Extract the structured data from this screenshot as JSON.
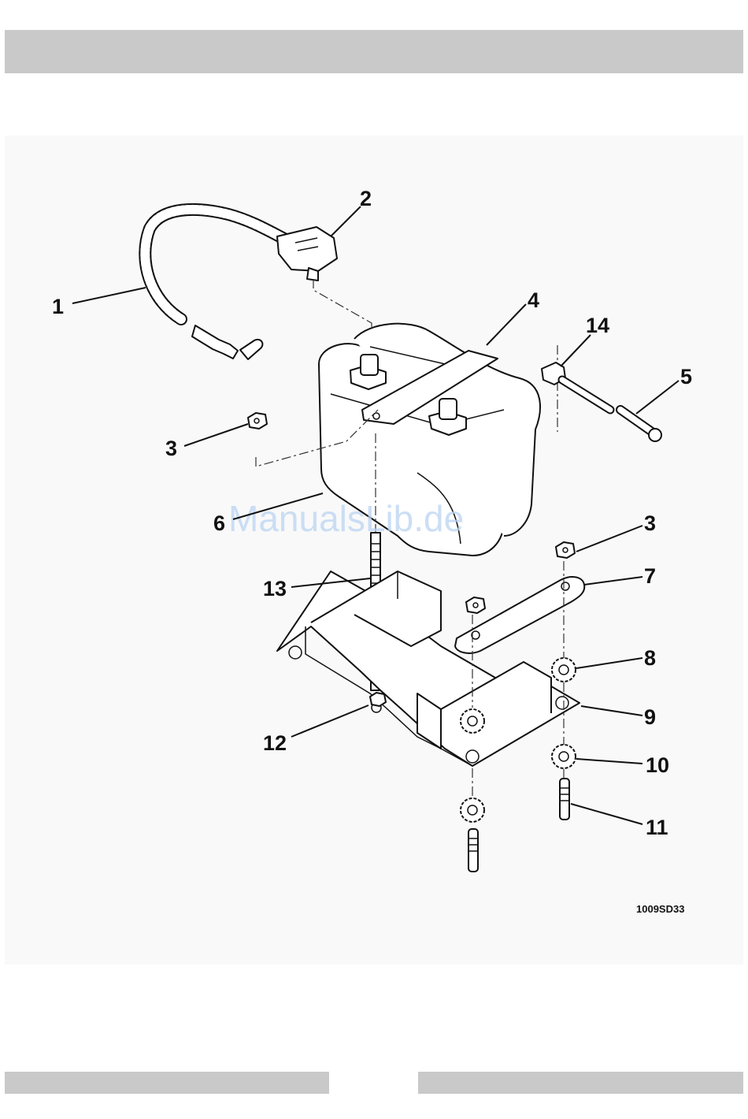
{
  "figure": {
    "ref_code": "1009SD33",
    "watermark": "ManualsLib.de",
    "callouts": [
      "1",
      "2",
      "3",
      "4",
      "5",
      "6",
      "7",
      "8",
      "9",
      "10",
      "11",
      "12",
      "13",
      "14"
    ]
  },
  "colors": {
    "bar": "#c9c9c9",
    "panel": "#f9f9f9",
    "line": "#111111",
    "watermark": "#b9d3f2"
  }
}
